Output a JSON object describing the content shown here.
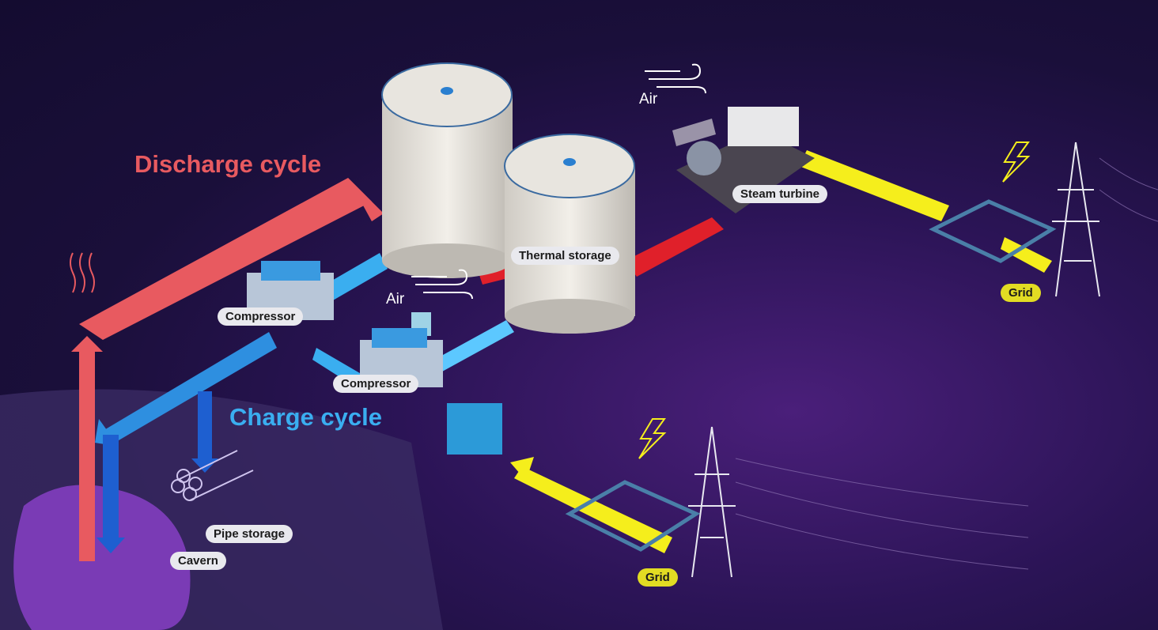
{
  "title_discharge": "Discharge cycle",
  "title_charge": "Charge cycle",
  "labels": {
    "thermal_storage": "Thermal storage",
    "steam_turbine": "Steam turbine",
    "compressor_1": "Compressor",
    "compressor_2": "Compressor",
    "air_1": "Air",
    "air_2": "Air",
    "grid_1": "Grid",
    "grid_2": "Grid",
    "pipe_storage": "Pipe storage",
    "cavern": "Cavern"
  },
  "colors": {
    "discharge": "#e85a60",
    "charge": "#3aaef0",
    "power": "#f5ee1c",
    "hot": "#e0202a"
  }
}
